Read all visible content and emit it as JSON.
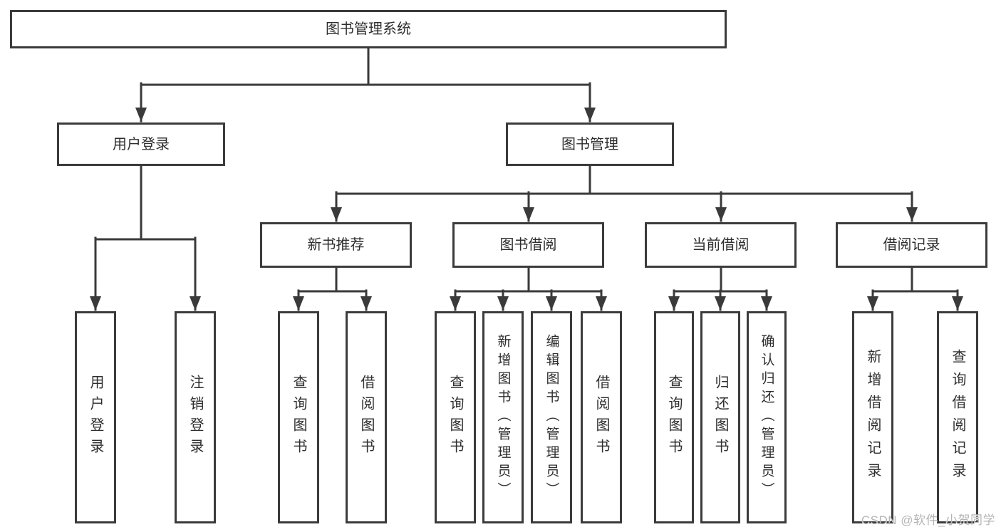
{
  "tree": {
    "label": "图书管理系统",
    "children": [
      {
        "label": "用户登录",
        "children": [
          {
            "label": "用户登录"
          },
          {
            "label": "注销登录"
          }
        ]
      },
      {
        "label": "图书管理",
        "children": [
          {
            "label": "新书推荐",
            "children": [
              {
                "label": "查询图书"
              },
              {
                "label": "借阅图书"
              }
            ]
          },
          {
            "label": "图书借阅",
            "children": [
              {
                "label": "查询图书"
              },
              {
                "label": "新增图书（管理员）"
              },
              {
                "label": "编辑图书（管理员）"
              },
              {
                "label": "借阅图书"
              }
            ]
          },
          {
            "label": "当前借阅",
            "children": [
              {
                "label": "查询图书"
              },
              {
                "label": "归还图书"
              },
              {
                "label": "确认归还（管理员）"
              }
            ]
          },
          {
            "label": "借阅记录",
            "children": [
              {
                "label": "新增借阅记录"
              },
              {
                "label": "查询借阅记录"
              }
            ]
          }
        ]
      }
    ]
  },
  "watermark": "CSDN @软件_小贺同学",
  "colors": {
    "line": "#3a3a3a",
    "border": "#3b3b3b",
    "text": "#2e2e2e",
    "watermark": "#b5b5b5",
    "background": "#ffffff"
  }
}
